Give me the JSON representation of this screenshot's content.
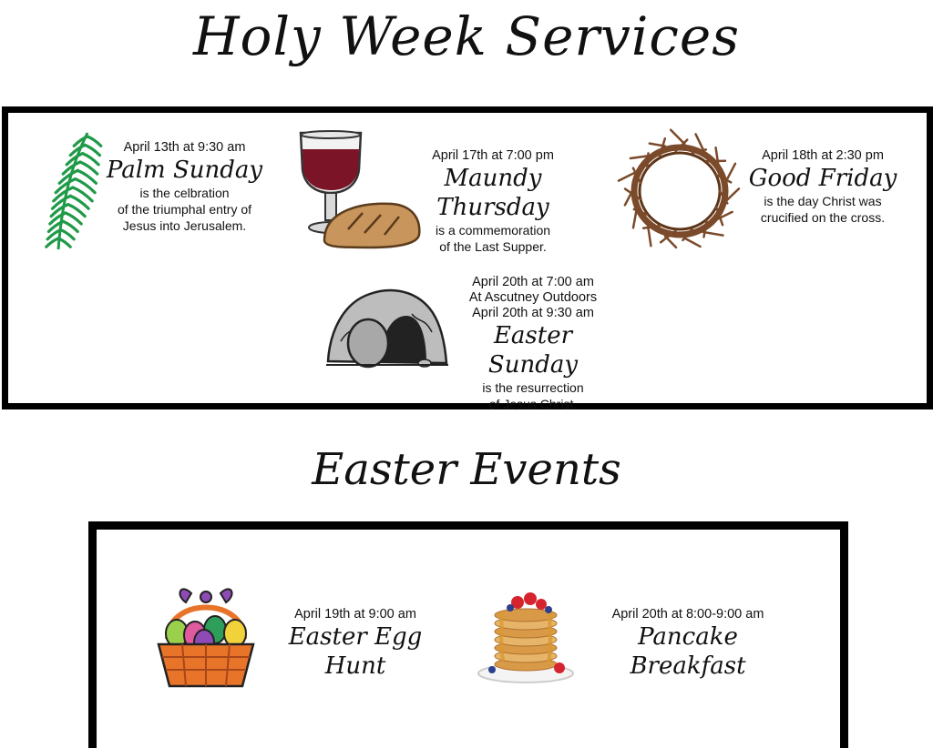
{
  "titles": {
    "holy_week": "Holy Week Services",
    "easter_events": "Easter Events"
  },
  "services": {
    "palm_sunday": {
      "date": "April 13th at 9:30 am",
      "name": "Palm Sunday",
      "desc_lines": [
        "is the celbration",
        "of the triumphal entry of",
        "Jesus into Jerusalem."
      ]
    },
    "maundy_thursday": {
      "date": "April 17th at 7:00 pm",
      "name": "Maundy Thursday",
      "desc_lines": [
        "is a commemoration",
        "of the Last Supper."
      ]
    },
    "good_friday": {
      "date": "April 18th at 2:30 pm",
      "name": "Good Friday",
      "desc_lines": [
        "is the day Christ was",
        "crucified on the cross."
      ]
    },
    "easter_sunday": {
      "date_lines": [
        "April 20th at 7:00 am",
        "At Ascutney Outdoors",
        "April 20th at 9:30 am"
      ],
      "name": "Easter Sunday",
      "desc_lines": [
        "is the resurrection",
        "of Jesus Christ."
      ]
    }
  },
  "events": {
    "egg_hunt": {
      "date": "April 19th at 9:00 am",
      "name": "Easter Egg Hunt"
    },
    "pancake_breakfast": {
      "date": "April 20th at 8:00-9:00 am",
      "name": "Pancake Breakfast"
    }
  },
  "icons": {
    "palm": "palm-frond-icon",
    "communion": "wine-and-bread-icon",
    "crown": "crown-of-thorns-icon",
    "tomb": "empty-tomb-icon",
    "basket": "easter-basket-icon",
    "pancakes": "pancake-stack-icon"
  },
  "colors": {
    "frame": "#000000",
    "palm_green": "#1f9a48",
    "wine": "#7a1426",
    "bread": "#c8955c",
    "thorns": "#7b4a2a",
    "stone": "#b9b9b9",
    "basket": "#e8742a",
    "bow": "#8e4bb5"
  }
}
